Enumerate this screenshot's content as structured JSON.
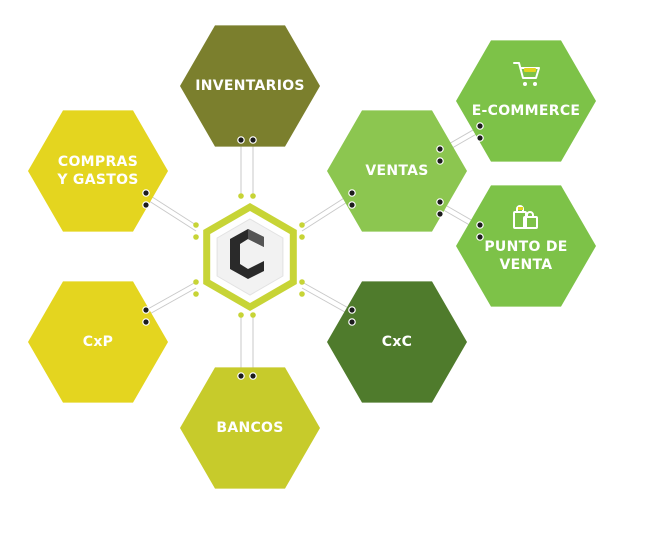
{
  "hub": {
    "icon": "c-logo-icon"
  },
  "nodes": [
    {
      "id": "inventarios",
      "lines": [
        "INVENTARIOS"
      ],
      "color": "#7b7f2d"
    },
    {
      "id": "compras",
      "lines": [
        "COMPRAS",
        "Y GASTOS"
      ],
      "color": "#e4d51f"
    },
    {
      "id": "ventas",
      "lines": [
        "VENTAS"
      ],
      "color": "#8cc650"
    },
    {
      "id": "ecommerce",
      "lines": [
        "E-COMMERCE"
      ],
      "color": "#7dc248",
      "icon": "shopping-cart-icon"
    },
    {
      "id": "puntoventa",
      "lines": [
        "PUNTO DE",
        "VENTA"
      ],
      "color": "#7dc248",
      "icon": "shopping-bags-icon"
    },
    {
      "id": "cxp",
      "lines": [
        "CxP"
      ],
      "color": "#e4d51f"
    },
    {
      "id": "cxc",
      "lines": [
        "CxC"
      ],
      "color": "#4f7b2c"
    },
    {
      "id": "bancos",
      "lines": [
        "BANCOS"
      ],
      "color": "#c7cb2b"
    }
  ],
  "colors": {
    "hub_ring": "#c7d436",
    "hub_face_light": "#f2f2f2",
    "hub_face_dark": "#2a2a2a",
    "connector_dark": "#1c1c1c",
    "connector_light": "#c7d436",
    "wire": "#c9c9c9"
  }
}
